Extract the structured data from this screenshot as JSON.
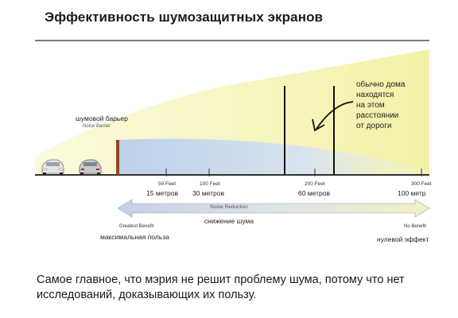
{
  "title": "Эффективность шумозащитных экранов",
  "barrier": {
    "label_ru": "шумовой барьер",
    "label_en": "Noise Barrier"
  },
  "note": [
    "обычно дома",
    "находятся",
    "на этом",
    "расстоянии",
    "от дороги"
  ],
  "distances": [
    {
      "feet": "50 Feet",
      "meters": "15 метров"
    },
    {
      "feet": "100 Feet",
      "meters": "30 метров"
    },
    {
      "feet": "200 Feet",
      "meters": "60 метров"
    },
    {
      "feet": "300 Feet",
      "meters": "100 метр"
    }
  ],
  "reduction": {
    "label_en": "Noise Reduction",
    "label_ru": "снижение шума"
  },
  "greatest": {
    "label_en": "Greatest Benefit",
    "label_ru": "максимальная польза"
  },
  "none": {
    "label_en": "No Benefit",
    "label_ru": "нулевой эффект"
  },
  "bottom_text": "Самое главное, что мэрия не решит проблему шума, потому что нет исследований, доказывающих их пользу.",
  "colors": {
    "sound_yellow": "#f6f3b8",
    "sound_blue": "#c9d9ec",
    "barrier": "#8a4a2a",
    "ground": "#333333",
    "arrow_fill_left": "#cfd6e8",
    "arrow_fill_right": "#eef0c4"
  }
}
